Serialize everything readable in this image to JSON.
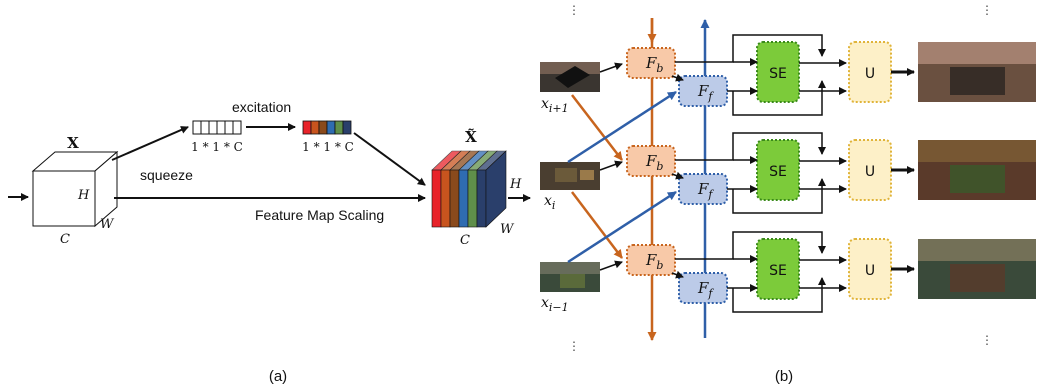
{
  "panel_a": {
    "caption": "(a)",
    "input_label": "X",
    "output_label": "X̃",
    "squeeze_label": "squeeze",
    "excitation_label": "excitation",
    "scaling_label": "Feature Map Scaling",
    "vector_label": "1 * 1 * C",
    "dim_h": "H",
    "dim_w": "W",
    "dim_c": "C",
    "bar_colors": [
      "#e8232a",
      "#c8541e",
      "#8a4a1c",
      "#2f6cb1",
      "#5f8f4a",
      "#2a3f6b"
    ]
  },
  "panel_b": {
    "caption": "(b)",
    "nodes": {
      "fb": "F",
      "fb_sub": "b",
      "ff": "F",
      "ff_sub": "f",
      "se": "SE",
      "u": "U"
    },
    "frames": [
      {
        "label": "x",
        "sub": "i+1"
      },
      {
        "label": "x",
        "sub": "i"
      },
      {
        "label": "x",
        "sub": "i−1"
      }
    ],
    "colors": {
      "backward": "#c8651e",
      "forward": "#2f5fa8",
      "fb_fill": "#f8c9a8",
      "ff_fill": "#bccbe8",
      "se_fill": "#7ccb3a",
      "u_fill": "#fdf0c8",
      "u_border": "#e0b43a"
    }
  }
}
